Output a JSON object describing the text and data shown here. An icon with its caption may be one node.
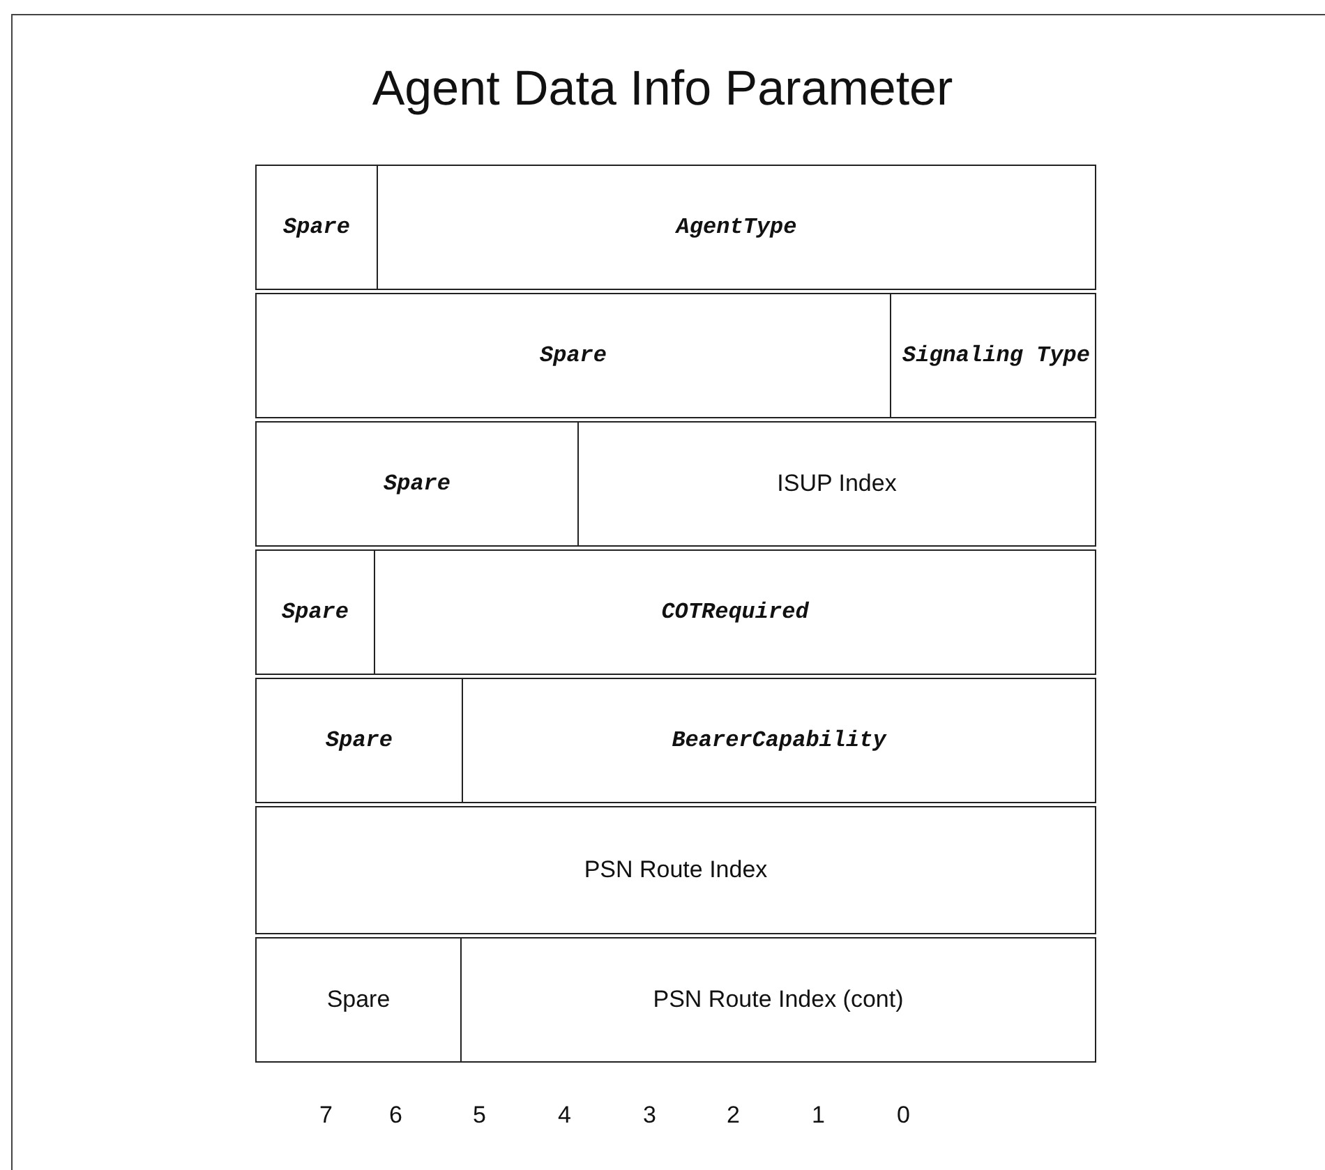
{
  "diagram": {
    "title": "Agent Data Info Parameter",
    "nodes": [
      {
        "text": [
          "Spare"
        ]
      },
      {
        "text": [
          "AgentType"
        ]
      },
      {
        "text": [
          "Spare"
        ]
      },
      {
        "text": [
          "Signaling Type"
        ]
      },
      {
        "text": [
          "Spare"
        ]
      },
      {
        "text": [
          "ISUP Index"
        ]
      },
      {
        "text": [
          "Spare"
        ]
      },
      {
        "text": [
          "COTRequired"
        ]
      },
      {
        "text": [
          "Spare"
        ]
      },
      {
        "text": [
          "BearerCapability"
        ]
      },
      {
        "text": [
          "PSN Route Index"
        ]
      },
      {
        "text": [
          "Spare"
        ]
      },
      {
        "text": [
          "PSN Route Index (cont)"
        ]
      }
    ],
    "edges": [],
    "labels": [
      "7",
      "6",
      "5",
      "4",
      "3",
      "2",
      "1",
      "0"
    ]
  }
}
